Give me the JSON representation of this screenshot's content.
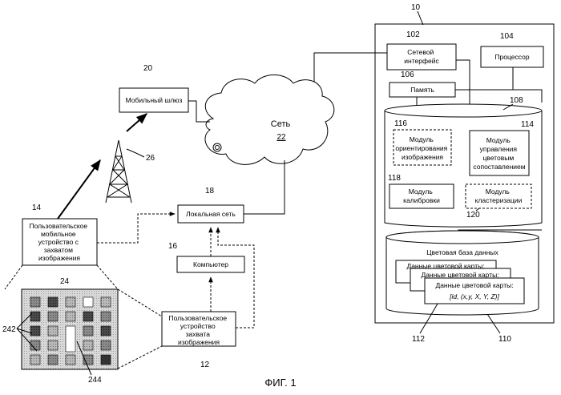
{
  "figure_caption": "ФИГ. 1",
  "reference_numerals": {
    "system": "10",
    "network": "22",
    "mobile_gateway": "20",
    "tower": "26",
    "local_network": "18",
    "computer": "16",
    "user_mobile_device": "14",
    "user_capture_device": "12",
    "calibration_card": "24",
    "color_patches": "242",
    "center_patch": "244",
    "network_interface": "102",
    "processor": "104",
    "memory": "106",
    "memory_storage": "108",
    "orientation_module": "116",
    "matching_module": "114",
    "calibration_module": "118",
    "clustering_module": "120",
    "color_database": "110",
    "color_map_record": "112"
  },
  "labels": {
    "mobile_gateway": "Мобильный шлюз",
    "network": "Сеть",
    "local_network": "Локальная сеть",
    "computer": "Компьютер",
    "user_mobile_device": [
      "Пользовательское",
      "мобильное",
      "устройство с",
      "захватом",
      "изображения"
    ],
    "user_capture_device": [
      "Пользовательское",
      "устройство",
      "захвата",
      "изображения"
    ],
    "network_interface": [
      "Сетевой",
      "интерфейс"
    ],
    "processor": "Процессор",
    "memory": "Память",
    "orientation_module": [
      "Модуль",
      "ориентирования",
      "изображения"
    ],
    "matching_module": [
      "Модуль",
      "управления",
      "цветовым",
      "сопоставлением"
    ],
    "calibration_module": [
      "Модуль",
      "калибровки"
    ],
    "clustering_module": [
      "Модуль",
      "кластеризации"
    ],
    "color_database": "Цветовая база данных",
    "color_map_record_1": "Данные цветовой карты:",
    "color_map_record_2": "Данные цветовой карты:",
    "color_map_record_3": "Данные цветовой карты:",
    "color_map_tuple": "[id, (x,y, X, Y, Z)]"
  }
}
